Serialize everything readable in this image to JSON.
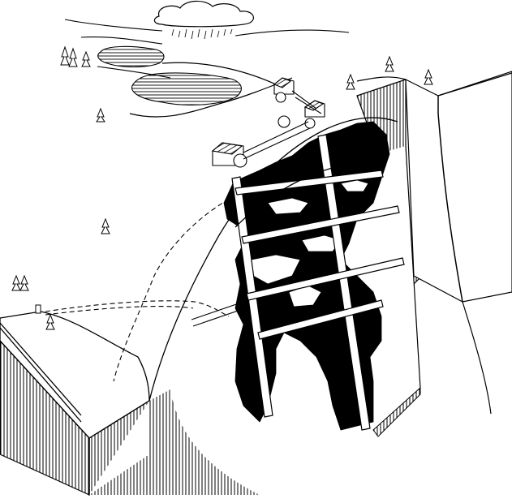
{
  "figure": {
    "kind": "block-diagram",
    "subject": "mine",
    "style": "black-and-white line drawing",
    "colors": {
      "ink": "#000000",
      "paper": "#ffffff"
    }
  }
}
